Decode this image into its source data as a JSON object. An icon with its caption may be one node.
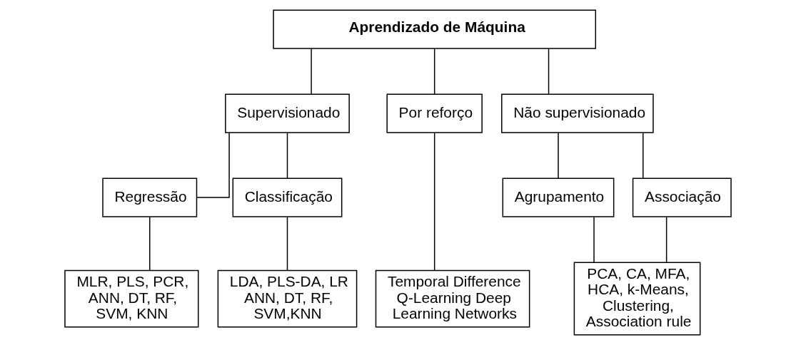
{
  "diagram": {
    "nodes": [
      {
        "text": [
          "Aprendizado de Máquina"
        ]
      },
      {
        "text": [
          "Supervisionado"
        ]
      },
      {
        "text": [
          "Por reforço"
        ]
      },
      {
        "text": [
          "Não supervisionado"
        ]
      },
      {
        "text": [
          "Regressão"
        ]
      },
      {
        "text": [
          "Classificação"
        ]
      },
      {
        "text": [
          "Agrupamento"
        ]
      },
      {
        "text": [
          "Associação"
        ]
      },
      {
        "text": [
          "MLR, PLS, PCR, ANN, DT, RF, SVM, KNN"
        ]
      },
      {
        "text": [
          "LDA, PLS-DA, LR ANN, DT, RF, SVM,KNN"
        ]
      },
      {
        "text": [
          "Temporal Difference Q-Learning Deep Learning Networks"
        ]
      },
      {
        "text": [
          "PCA, CA, MFA, HCA, k-Means, Clustering, Association rule"
        ]
      }
    ],
    "edges": [
      {
        "from": 0,
        "to": 1,
        "arrow": "none"
      },
      {
        "from": 0,
        "to": 2,
        "arrow": "none"
      },
      {
        "from": 0,
        "to": 3,
        "arrow": "none"
      },
      {
        "from": 1,
        "to": 4,
        "arrow": "none"
      },
      {
        "from": 1,
        "to": 5,
        "arrow": "none"
      },
      {
        "from": 2,
        "to": 10,
        "arrow": "none"
      },
      {
        "from": 3,
        "to": 6,
        "arrow": "none"
      },
      {
        "from": 3,
        "to": 7,
        "arrow": "none"
      },
      {
        "from": 4,
        "to": 8,
        "arrow": "none"
      },
      {
        "from": 5,
        "to": 9,
        "arrow": "none"
      },
      {
        "from": 6,
        "to": 11,
        "arrow": "none"
      },
      {
        "from": 7,
        "to": 11,
        "arrow": "none"
      }
    ]
  }
}
